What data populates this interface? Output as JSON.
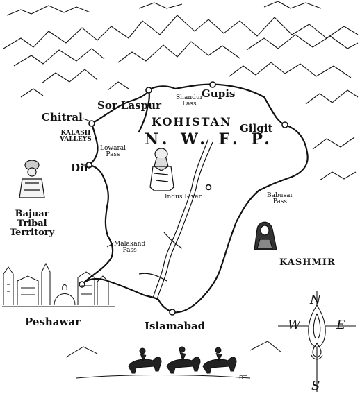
{
  "map": {
    "region_title": "KOHISTAN",
    "province_title": "N. W. F. P.",
    "artist_initials": "DT",
    "colors": {
      "ink": "#111111",
      "paper": "#ffffff"
    }
  },
  "places": {
    "chitral": "Chitral",
    "sor_laspur": "Sor Laspur",
    "gupis": "Gupis",
    "gilgit": "Gilgit",
    "dir": "Dir",
    "peshawar": "Peshawar",
    "islamabad": "Islamabad"
  },
  "passes": {
    "shandur": [
      "Shandur",
      "Pass"
    ],
    "lowarai": [
      "Lowarai",
      "Pass"
    ],
    "babusar": [
      "Babusar",
      "Pass"
    ],
    "malakand": [
      "Malakand",
      "Pass"
    ]
  },
  "regions": {
    "kalash": [
      "KALASH",
      "VALLEYS"
    ],
    "bajuar": [
      "Bajuar",
      "Tribal",
      "Territory"
    ],
    "kashmir": "KASHMIR"
  },
  "rivers": {
    "indus": "Indus River"
  },
  "compass": {
    "north": "N",
    "west": "W",
    "east": "E",
    "south": "S"
  },
  "icons": [
    "mountain-range",
    "route-line",
    "town-marker",
    "figure-bearded-man",
    "figure-tribesman",
    "figure-veiled-woman",
    "peshawar-skyline",
    "horse-riders",
    "compass-rose"
  ]
}
